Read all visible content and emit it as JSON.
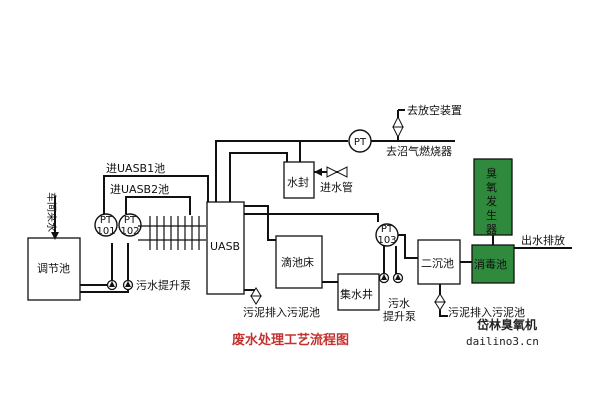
{
  "title": "废水处理工艺流程图",
  "labels": {
    "regulating_tank": "调节池",
    "workshop_inflow": "车间来水",
    "to_uasb1": "进UASB1池",
    "to_uasb2": "进UASB2池",
    "pt101_a": "PT",
    "pt101_b": "101",
    "pt102_a": "PT",
    "pt102_b": "102",
    "lift_pump_1": "污水提升泵",
    "uasb": "UASB",
    "water_seal": "水封",
    "water_inlet_pipe": "进水管",
    "pt_top": "PT",
    "vent_device": "去放空装置",
    "to_burner": "去沼气燃烧器",
    "trickling_filter": "滴池床",
    "collection_well": "集水井",
    "sludge_discharge_1": "污泥排入污泥池",
    "pt103_a": "PT",
    "pt103_b": "103",
    "lift_pump_2a": "污水",
    "lift_pump_2b": "提升泵",
    "secondary_clarifier": "二沉池",
    "sludge_discharge_2": "污泥排入污泥池",
    "disinfection_tank": "消毒池",
    "ozone_gen": [
      "臭",
      "氧",
      "发",
      "生",
      "器"
    ],
    "effluent": "出水排放"
  },
  "watermark": {
    "brand": "岱林臭氧机",
    "url": "dailino3.cn"
  },
  "colors": {
    "green_fill": "#2f8a3d",
    "title_red": "#c4322f"
  }
}
